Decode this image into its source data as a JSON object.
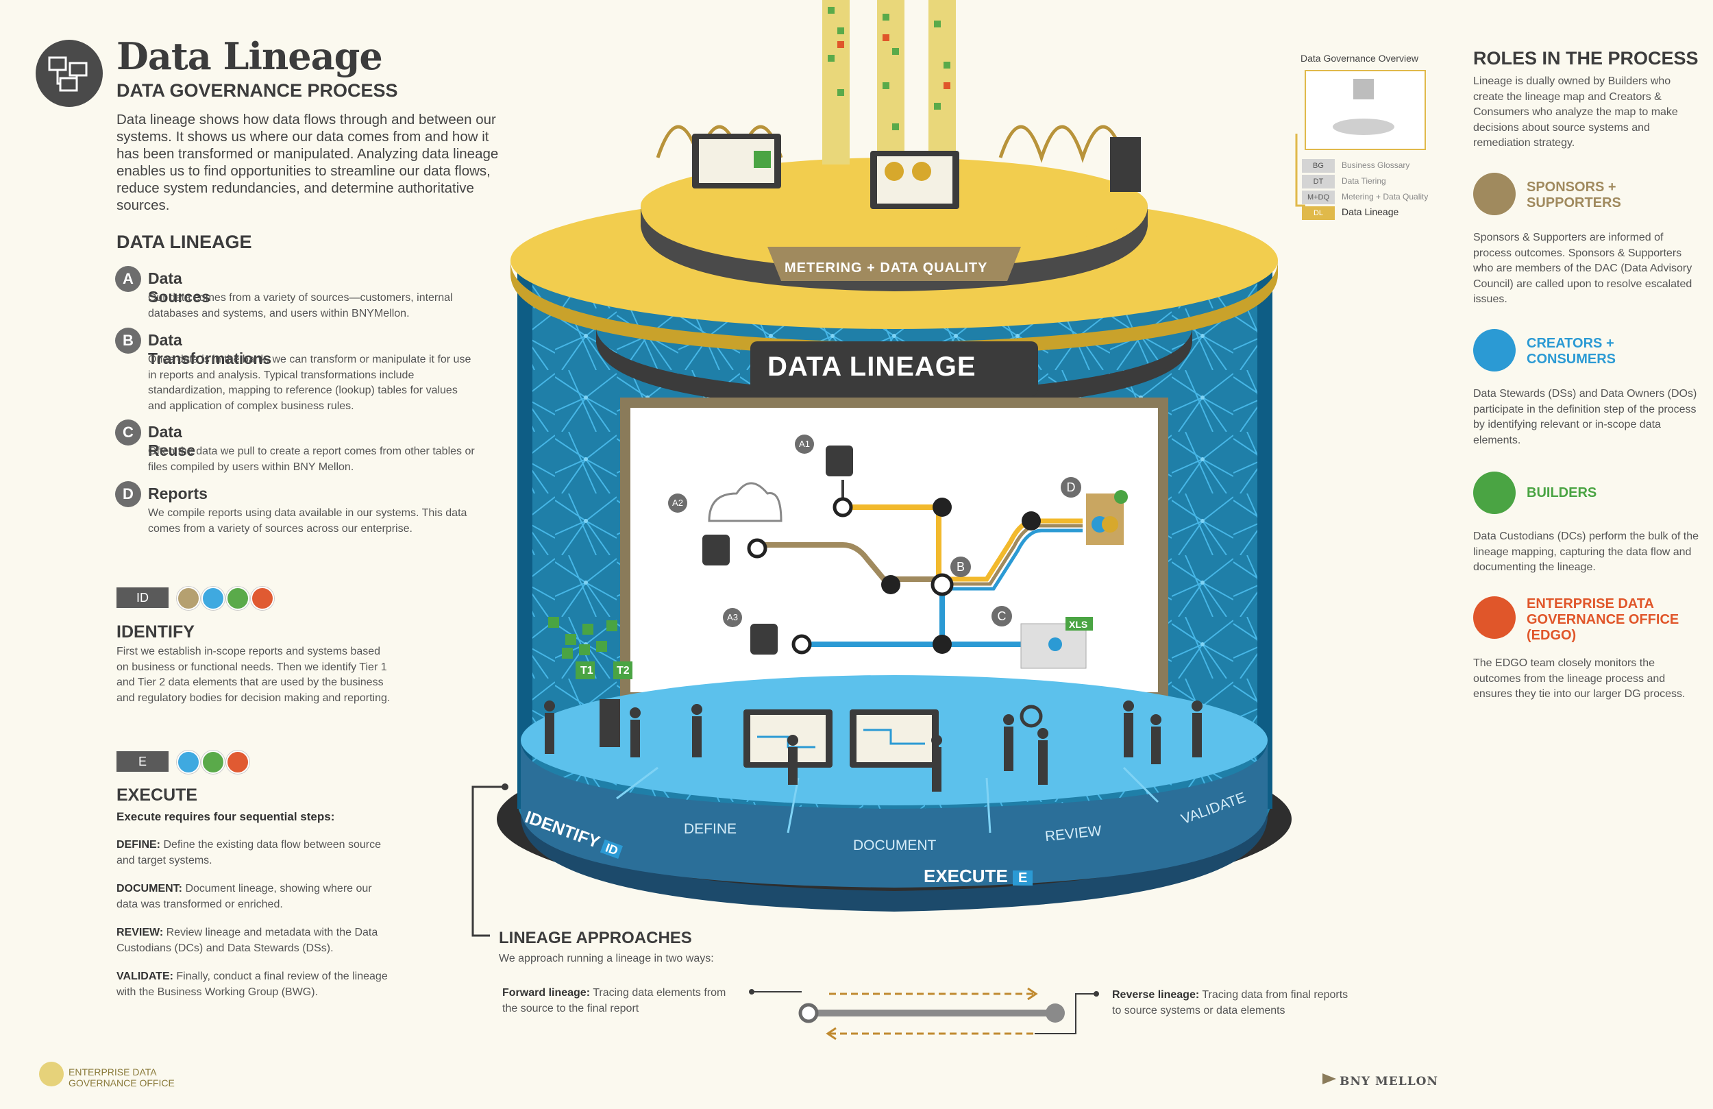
{
  "header": {
    "title": "Data Lineage",
    "subtitle": "DATA GOVERNANCE PROCESS",
    "intro": "Data lineage shows how data flows through and between our systems. It shows us where our data comes from and how it has been transformed or manipulated. Analyzing data lineage enables us to find opportunities to streamline our data flows, reduce system redundancies, and determine authoritative sources."
  },
  "lineage": {
    "heading": "DATA LINEAGE",
    "items": [
      {
        "badge": "A",
        "title": "Data Sources",
        "body": "Our data comes from a variety of sources—customers, internal databases and systems, and users within BNYMellon."
      },
      {
        "badge": "B",
        "title": "Data Transformations",
        "body": "Once data is in the bank, we can transform or manipulate it for use in reports and analysis. Typical transformations include standardization, mapping to reference (lookup) tables for values and application of complex business rules."
      },
      {
        "badge": "C",
        "title": "Data Reuse",
        "body": "Often the data we pull to create a report comes from other tables or files compiled by users within BNY Mellon."
      },
      {
        "badge": "D",
        "title": "Reports",
        "body": "We compile reports using data available in our systems. This data comes from a variety of sources across our enterprise."
      }
    ]
  },
  "identify": {
    "tag": "ID",
    "heading": "IDENTIFY",
    "body": "First we establish in-scope reports and systems based on business or functional needs. Then we identify Tier 1 and Tier 2 data elements that are used by the business and regulatory bodies for decision making and reporting.",
    "avatar_colors": [
      "#b5a070",
      "#3fa9e0",
      "#5aaa4a",
      "#e05a32"
    ]
  },
  "execute": {
    "tag": "E",
    "heading": "EXECUTE",
    "lead": "Execute requires four sequential steps:",
    "steps": [
      {
        "label": "DEFINE:",
        "text": "Define the existing data flow between source and target systems."
      },
      {
        "label": "DOCUMENT:",
        "text": "Document lineage, showing where our data was transformed or enriched."
      },
      {
        "label": "REVIEW:",
        "text": "Review lineage and metadata with the Data Custodians (DCs) and Data Stewards (DSs)."
      },
      {
        "label": "VALIDATE:",
        "text": "Finally, conduct a final review of the lineage with the Business Working Group (BWG)."
      }
    ],
    "avatar_colors": [
      "#3fa9e0",
      "#5aaa4a",
      "#e05a32"
    ]
  },
  "diagram": {
    "top_tier_label": "METERING + DATA QUALITY",
    "main_label": "DATA LINEAGE",
    "board_nodes": [
      "A1",
      "A2",
      "A3",
      "B",
      "C",
      "D"
    ],
    "xls_label": "XLS",
    "tier_tags": [
      "T1",
      "T2"
    ],
    "ring_labels": {
      "identify": "IDENTIFY",
      "identify_tag": "ID",
      "define": "DEFINE",
      "document": "DOCUMENT",
      "review": "REVIEW",
      "validate": "VALIDATE",
      "execute": "EXECUTE",
      "execute_tag": "E"
    },
    "colors": {
      "gold": "#f2cd4e",
      "blue": "#2b9ad4",
      "dark": "#3b3b3b",
      "tan": "#a08a5e"
    }
  },
  "overview": {
    "title": "Data Governance Overview",
    "legend": [
      {
        "abbr": "BG",
        "label": "Business Glossary",
        "active": false
      },
      {
        "abbr": "DT",
        "label": "Data Tiering",
        "active": false
      },
      {
        "abbr": "M+DQ",
        "label": "Metering + Data Quality",
        "active": false
      },
      {
        "abbr": "DL",
        "label": "Data Lineage",
        "active": true
      }
    ]
  },
  "roles": {
    "heading": "ROLES IN THE PROCESS",
    "intro": "Lineage is dually owned by Builders who create the lineage map and Creators & Consumers who analyze the map to make decisions about source systems and remediation strategy.",
    "items": [
      {
        "title": "SPONSORS + SUPPORTERS",
        "color": "#a08a5e",
        "body": "Sponsors & Supporters are informed of process outcomes. Sponsors & Supporters who are members of the DAC (Data Advisory Council) are called upon to resolve escalated issues."
      },
      {
        "title": "CREATORS + CONSUMERS",
        "color": "#2b9ad4",
        "body": "Data Stewards (DSs) and Data Owners (DOs) participate in the definition step of the process by identifying relevant or in-scope data elements."
      },
      {
        "title": "BUILDERS",
        "color": "#4aa443",
        "body": "Data Custodians (DCs) perform the bulk of the lineage mapping, capturing the data flow and documenting the lineage."
      },
      {
        "title": "ENTERPRISE DATA GOVERNANCE OFFICE (EDGO)",
        "color": "#e0562a",
        "body": "The EDGO team closely monitors the outcomes from the lineage process and ensures they tie into our larger DG process."
      }
    ]
  },
  "approaches": {
    "heading": "LINEAGE APPROACHES",
    "intro": "We approach running a lineage in two ways:",
    "forward_label": "Forward lineage:",
    "forward_text": "Tracing data elements from the source to the final report",
    "reverse_label": "Reverse lineage:",
    "reverse_text": "Tracing data from final reports to source systems or data elements"
  },
  "footer": {
    "edgo_line1": "ENTERPRISE DATA",
    "edgo_line2": "GOVERNANCE OFFICE",
    "brand": "BNY MELLON"
  }
}
